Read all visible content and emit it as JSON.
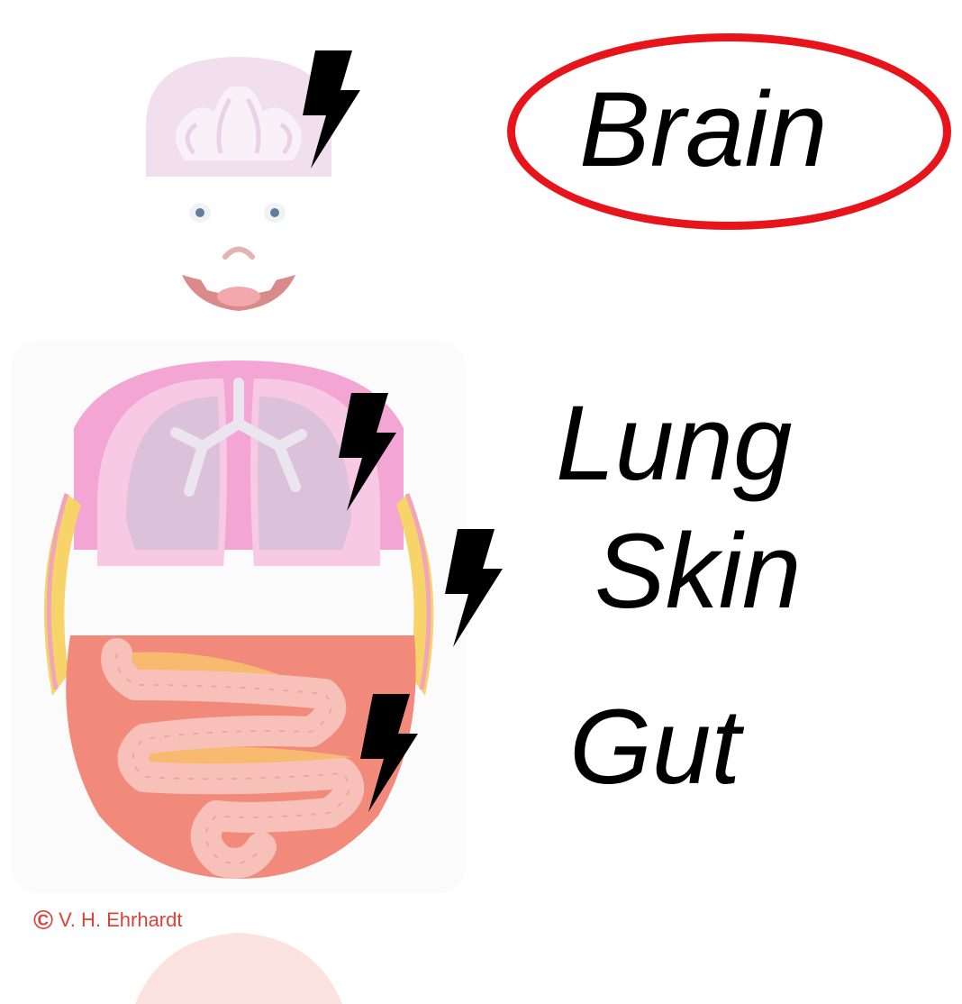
{
  "labels": {
    "brain": "Brain",
    "lung": "Lung",
    "skin": "Skin",
    "gut": "Gut"
  },
  "copyright": {
    "symbol": "©",
    "author": "V. H.  Ehrhardt"
  },
  "colors": {
    "highlight_ellipse": "#e8141b",
    "lightning": "#000000",
    "label_text": "#000000",
    "copyright_text": "#d9433a",
    "brain": "#f1dfee",
    "lung_outer": "#f3a6d4",
    "lung_inner": "#dcc1da",
    "gut_background": "#f28a7c",
    "intestine": "#f7c1b9",
    "skin_fat": "#f7d46a"
  },
  "icons": [
    "lightning-bolt-icon"
  ]
}
